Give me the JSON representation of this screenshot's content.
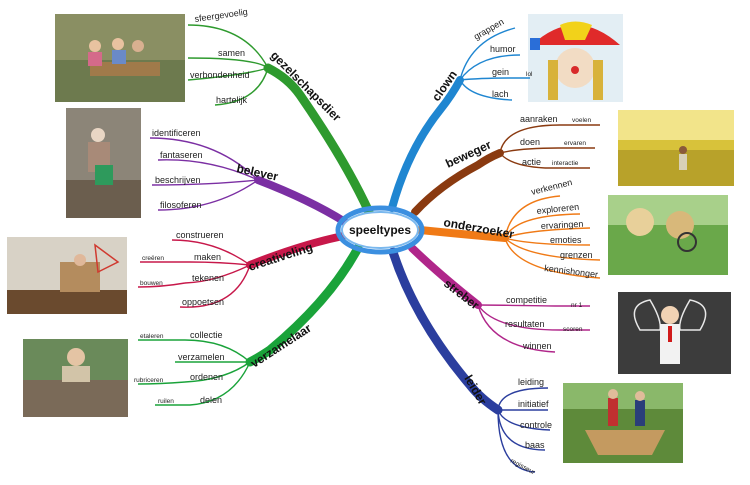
{
  "center": {
    "label": "speeltypes",
    "fill": "#ffffff",
    "stroke": "#3b8fe0"
  },
  "branches": {
    "gezelschapsdier": {
      "label": "gezelschapsdier",
      "color": "#2e9a2e",
      "items": [
        "sfeergevoelig",
        "samen",
        "verbondenheid",
        "hartelijk"
      ]
    },
    "belever": {
      "label": "belever",
      "color": "#7b2fa3",
      "items": [
        "identificeren",
        "fantaseren",
        "beschrijven",
        "filosoferen"
      ]
    },
    "creativeling": {
      "label": "creativeling",
      "color": "#c7184a",
      "items": [
        "construeren",
        "maken",
        "tekenen",
        "oppoetsen"
      ],
      "subitems": [
        "creëren",
        "bouwen"
      ]
    },
    "verzamelaar": {
      "label": "verzamelaar",
      "color": "#1aa33a",
      "items": [
        "collectie",
        "verzamelen",
        "ordenen",
        "delen"
      ],
      "subitems": [
        "etaleren",
        "rubriceren",
        "ruilen"
      ]
    },
    "clown": {
      "label": "clown",
      "color": "#1f86d1",
      "items": [
        "grappen",
        "humor",
        "gein",
        "lach"
      ],
      "subitems": [
        "lol"
      ]
    },
    "beweger": {
      "label": "beweger",
      "color": "#8a3a10",
      "items": [
        "aanraken",
        "doen",
        "actie"
      ],
      "subitems": [
        "voelen",
        "ervaren",
        "interactie"
      ]
    },
    "onderzoeker": {
      "label": "onderzoeker",
      "color": "#f07a16",
      "items": [
        "verkennen",
        "exploreren",
        "ervaringen",
        "emoties",
        "grenzen",
        "kennishonger"
      ]
    },
    "streber": {
      "label": "streber",
      "color": "#b0268a",
      "items": [
        "competitie",
        "resultaten",
        "winnen"
      ],
      "subitems": [
        "nr 1",
        "scoren"
      ]
    },
    "leider": {
      "label": "leider",
      "color": "#2b3e9e",
      "items": [
        "leiding",
        "initiatief",
        "controle",
        "baas",
        "regisseur"
      ]
    }
  }
}
